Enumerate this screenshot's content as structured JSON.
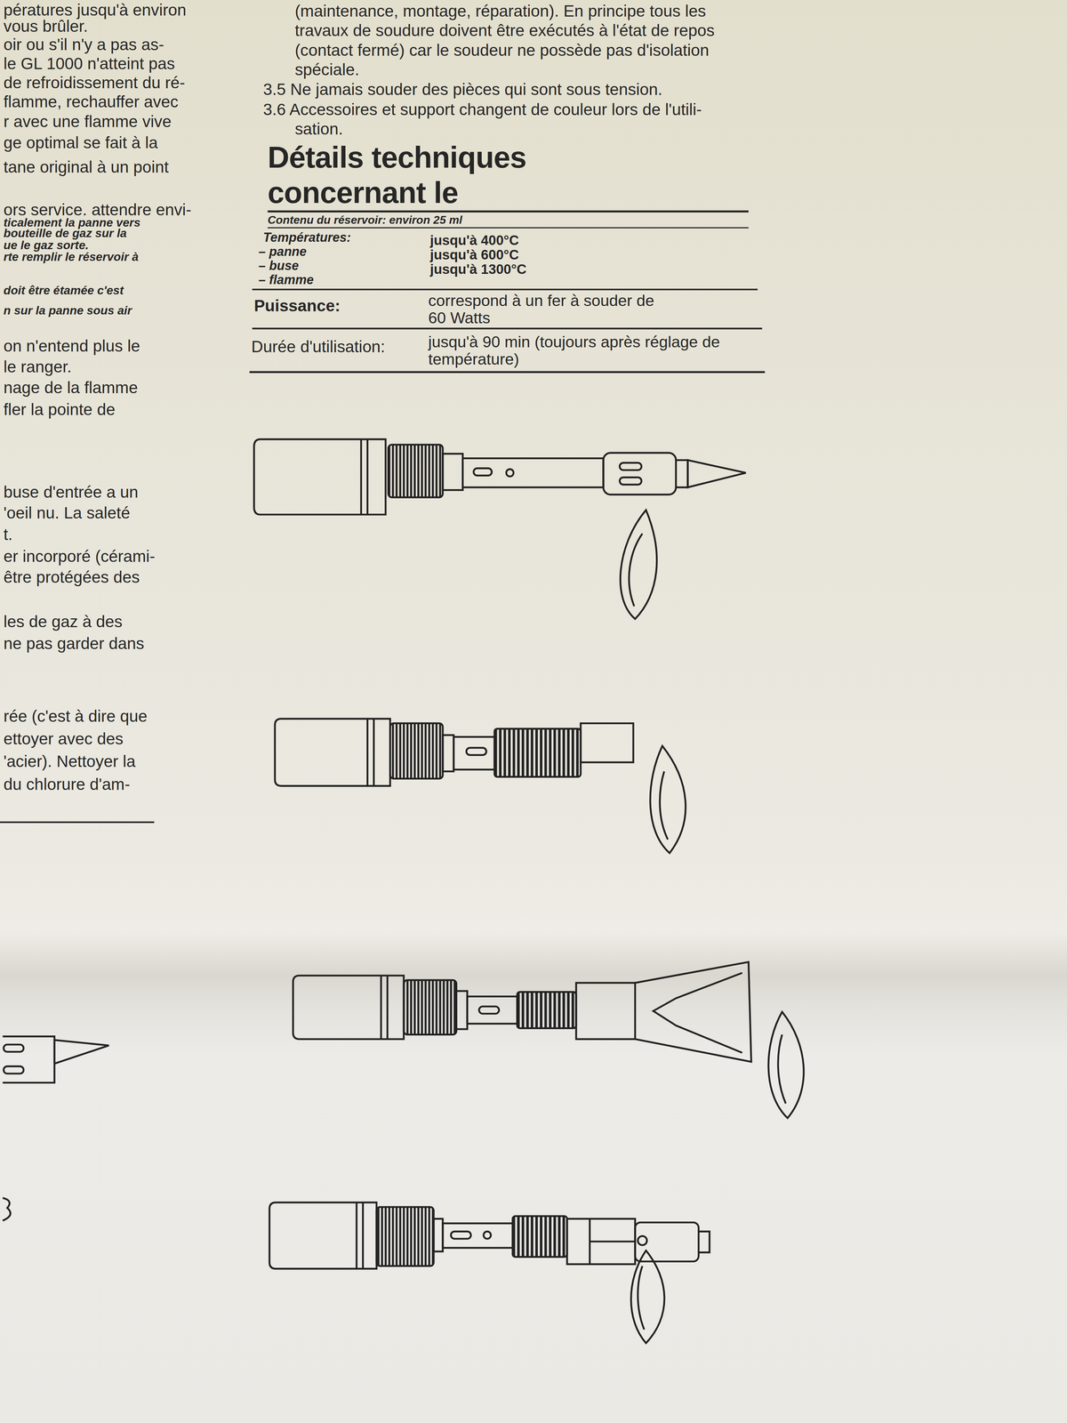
{
  "diagram": {
    "title": "Détails techniques concernant le",
    "labels": [
      "pératures jusqu'à environ",
      "vous brûler.",
      "oir ou s'il n'y a pas as-",
      "le GL 1000 n'atteint pas",
      "de refroidissement du ré-",
      "flamme, rechauffer avec",
      "r avec une flamme vive",
      "ge optimal se fait à la",
      "tane original à un point",
      "ors service. attendre envi-",
      "ticalement la panne vers",
      "bouteille de gaz sur la",
      "ue le gaz sorte.",
      "rte remplir le réservoir à",
      "doit être étamée c'est",
      "n sur la panne sous air",
      "on n'entend plus le",
      "le ranger.",
      "nage de la flamme",
      "fler la pointe de",
      "buse d'entrée a un",
      "'oeil nu. La saleté",
      "t.",
      "er incorporé (cérami-",
      "être protégées des",
      "les de gaz à des",
      "ne pas garder dans",
      "rée (c'est à dire que",
      "ettoyer avec des",
      "'acier). Nettoyer la",
      "du chlorure d'am-",
      "(maintenance, montage, réparation). En principe tous les travaux de soudure doivent être exécutés à l'état de repos (contact fermé) car le soudeur ne possède pas d'isolation spéciale.",
      "3.5 Ne jamais souder des pièces qui sont sous tension.",
      "3.6 Accessoires et support changent de couleur lors de l'utili- sation.",
      "Contenu du réservoir: environ 25 ml",
      "Températures:",
      "– panne",
      "jusqu'à 400°C",
      "– buse",
      "jusqu'à 600°C",
      "– flamme",
      "jusqu'à 1300°C",
      "Puissance:",
      "correspond à un fer à souder de 60 Watts",
      "Durée d'utilisation:",
      "jusqu'à 90 min (toujours après réglage de température)"
    ]
  }
}
